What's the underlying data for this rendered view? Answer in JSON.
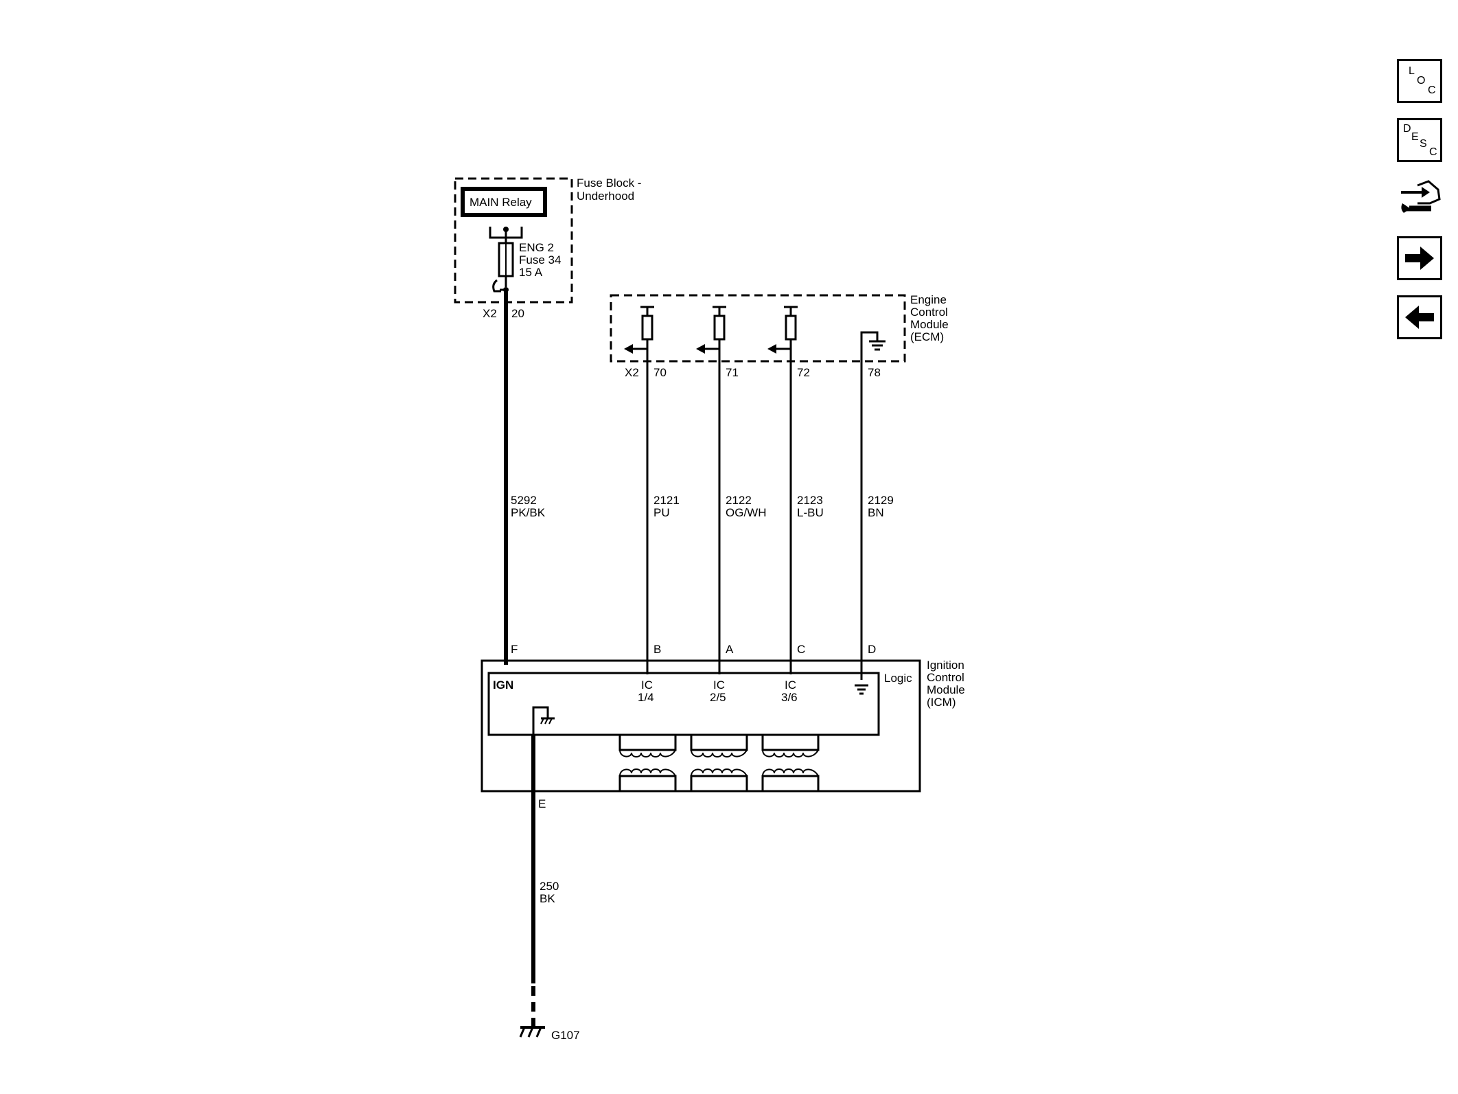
{
  "fuse_block": {
    "title_line1": "Fuse Block -",
    "title_line2": "Underhood",
    "relay_label": "MAIN Relay",
    "fuse_line1": "ENG 2",
    "fuse_line2": "Fuse 34",
    "fuse_line3": "15 A",
    "connector": "X2",
    "pin": "20"
  },
  "ecm": {
    "title_line1": "Engine",
    "title_line2": "Control",
    "title_line3": "Module",
    "title_line4": "(ECM)",
    "connector": "X2",
    "pins": [
      "70",
      "71",
      "72",
      "78"
    ]
  },
  "wires": [
    {
      "circuit": "5292",
      "color": "PK/BK"
    },
    {
      "circuit": "2121",
      "color": "PU"
    },
    {
      "circuit": "2122",
      "color": "OG/WH"
    },
    {
      "circuit": "2123",
      "color": "L-BU"
    },
    {
      "circuit": "2129",
      "color": "BN"
    },
    {
      "circuit": "250",
      "color": "BK"
    }
  ],
  "icm": {
    "title_line1": "Ignition",
    "title_line2": "Control",
    "title_line3": "Module",
    "title_line4": "(ICM)",
    "logic_label": "Logic",
    "ign_label": "IGN",
    "pins": [
      "F",
      "B",
      "A",
      "C",
      "D",
      "E"
    ],
    "ic1_line1": "IC",
    "ic1_line2": "1/4",
    "ic2_line1": "IC",
    "ic2_line2": "2/5",
    "ic3_line1": "IC",
    "ic3_line2": "3/6"
  },
  "ground": {
    "label": "G107"
  },
  "nav": {
    "loc": [
      "L",
      "O",
      "C"
    ],
    "desc": [
      "D",
      "E",
      "S",
      "C"
    ],
    "connector_icon": "connector-end-view-icon",
    "next_icon": "right-arrow-icon",
    "prev_icon": "left-arrow-icon"
  }
}
